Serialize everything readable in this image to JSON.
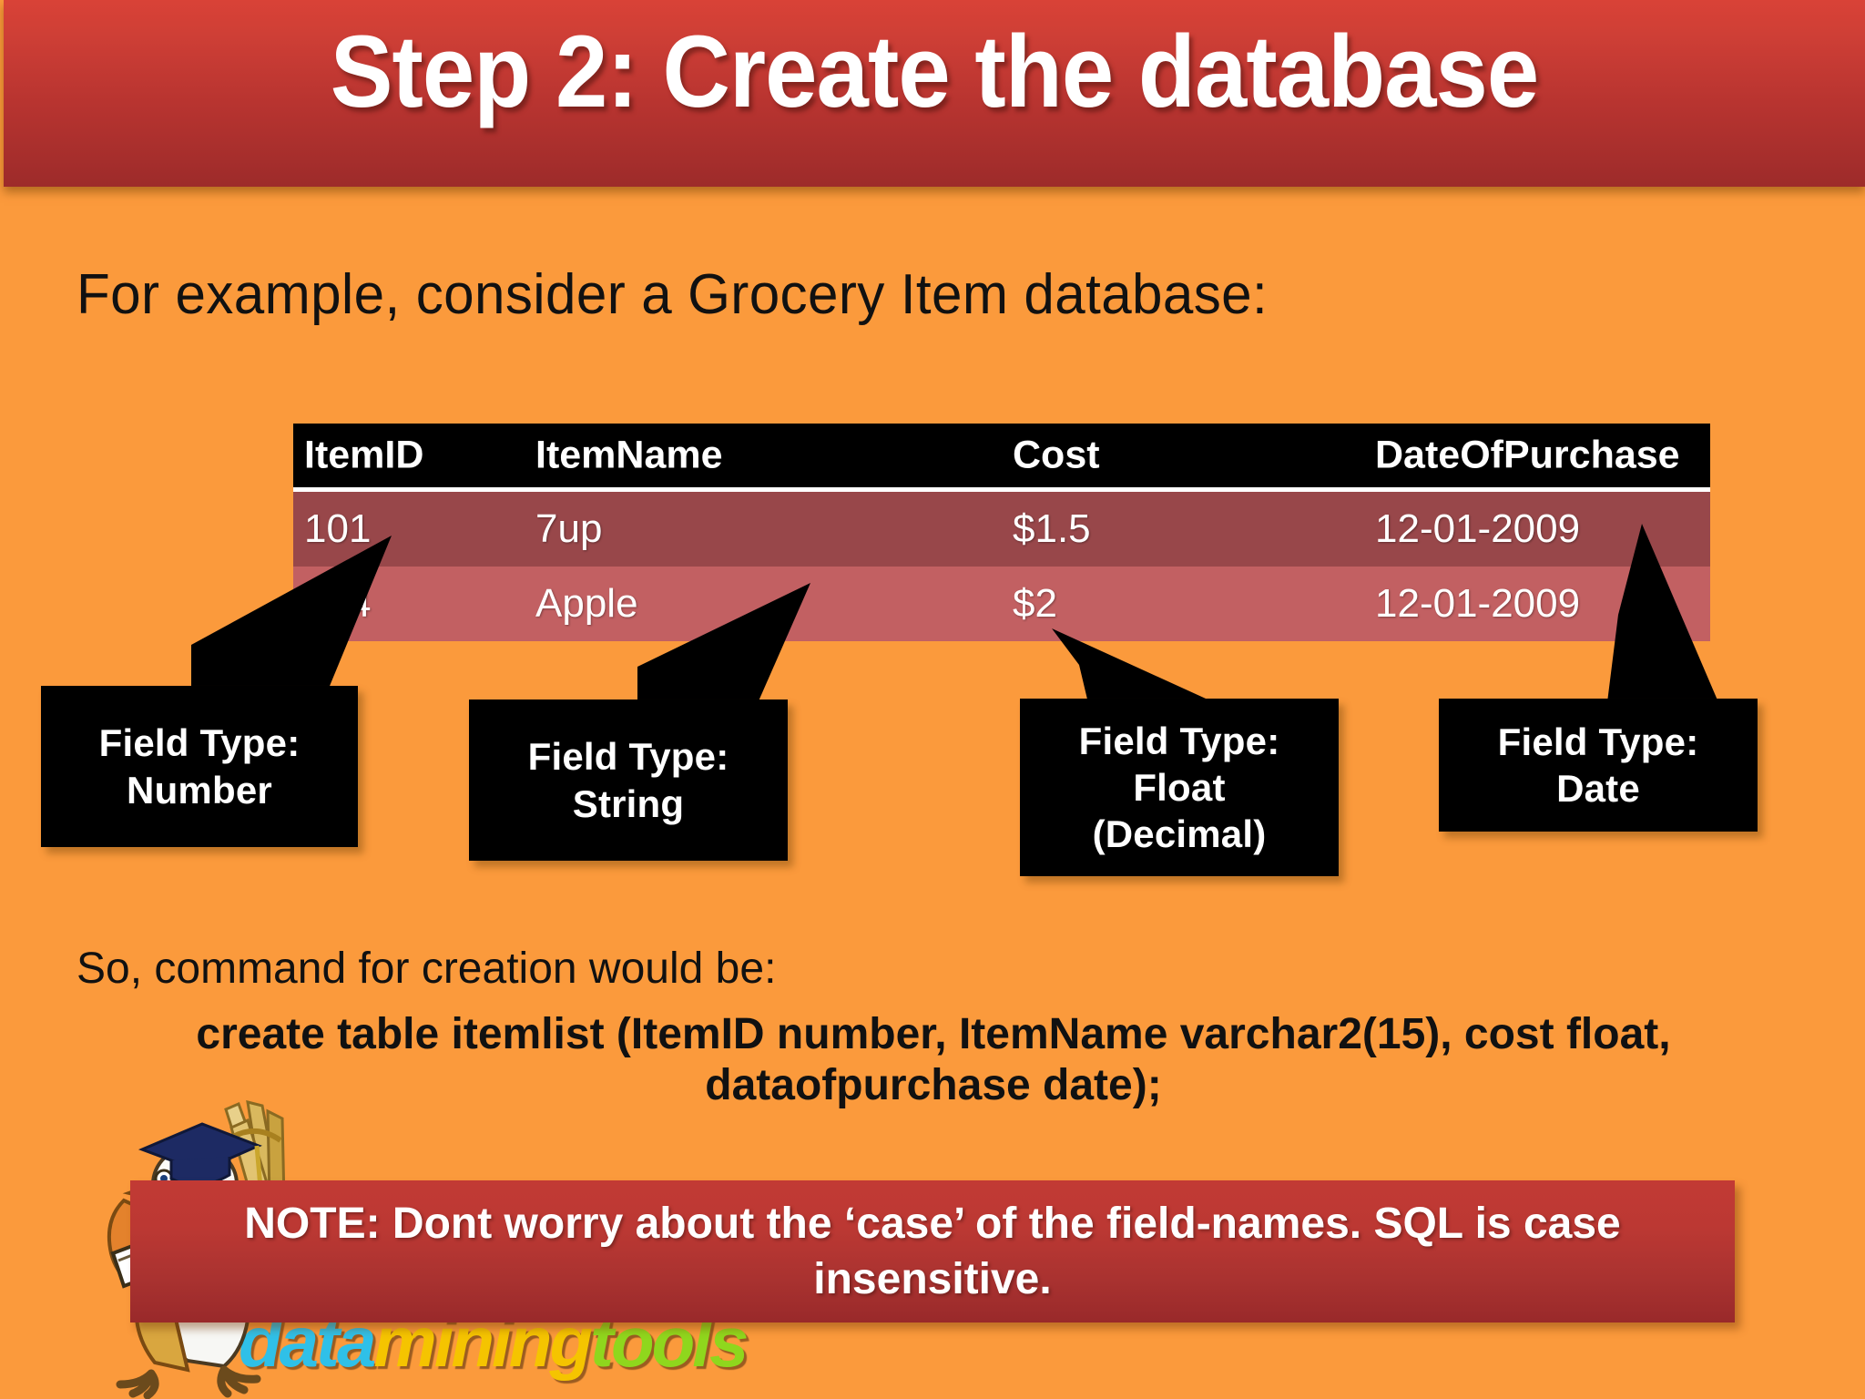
{
  "slide": {
    "title": "Step 2: Create the database",
    "intro": "For example, consider a Grocery Item database:",
    "background_color": "#fb9a3c",
    "banner_color": "#b83430"
  },
  "table": {
    "columns": [
      "ItemID",
      "ItemName",
      "Cost",
      "DateOfPurchase"
    ],
    "rows": [
      [
        "101",
        "7up",
        "$1.5",
        "12-01-2009"
      ],
      [
        "104",
        "Apple",
        "$2",
        "12-01-2009"
      ]
    ],
    "header_background": "#000000",
    "row1_background": "#98474a",
    "row2_background": "#c26062"
  },
  "callouts": [
    {
      "line1": "Field Type:",
      "line2": "Number",
      "line3": ""
    },
    {
      "line1": "Field Type:",
      "line2": "String",
      "line3": ""
    },
    {
      "line1": "Field Type:",
      "line2": "Float",
      "line3": "(Decimal)"
    },
    {
      "line1": "Field Type:",
      "line2": "Date",
      "line3": ""
    }
  ],
  "command": {
    "lead": "So, command for creation would be:",
    "sql": "create table itemlist (ItemID number, ItemName varchar2(15), cost float, dataofpurchase date);"
  },
  "note": {
    "text": "NOTE: Dont worry about the ‘case’ of the field-names. SQL is case insensitive.",
    "background_color": "#b83430"
  },
  "branding": {
    "logo_part1": "data",
    "logo_part2": "mining",
    "logo_part3": "tools"
  }
}
